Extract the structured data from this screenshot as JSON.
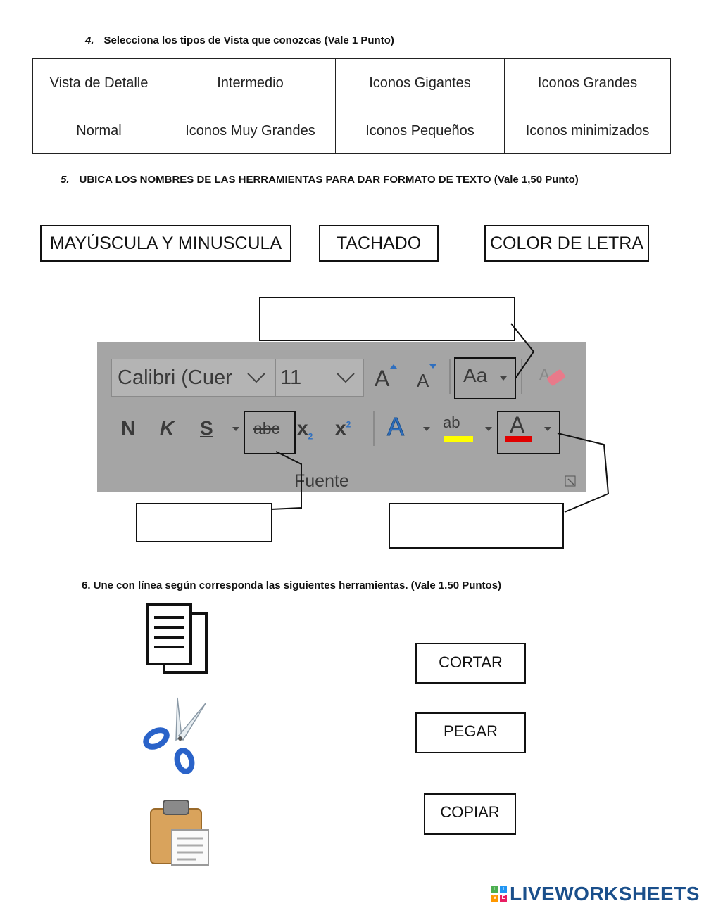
{
  "q4": {
    "number": "4.",
    "title": "Selecciona los tipos de Vista que conozcas (Vale 1 Punto)",
    "rows": [
      [
        "Vista de Detalle",
        "Intermedio",
        "Iconos Gigantes",
        "Iconos Grandes"
      ],
      [
        "Normal",
        "Iconos Muy Grandes",
        "Iconos Pequeños",
        "Iconos minimizados"
      ]
    ]
  },
  "q5": {
    "number": "5.",
    "title": "UBICA LOS NOMBRES DE LAS HERRAMIENTAS PARA DAR FORMATO DE TEXTO (Vale 1,50 Punto)",
    "words": [
      "MAYÚSCULA Y MINUSCULA",
      "TACHADO",
      "COLOR DE LETRA"
    ],
    "ribbon": {
      "font_name": "Calibri (Cuer",
      "font_size": "11",
      "grow_font": "A",
      "shrink_font": "A",
      "change_case": "Aa",
      "bold": "N",
      "italic": "K",
      "underline": "S",
      "strikethrough": "abc",
      "subscript": "x",
      "superscript": "x",
      "text_effects": "A",
      "highlight": "ab",
      "font_color": "A",
      "group_label": "Fuente"
    }
  },
  "q6": {
    "title": "6. Une con línea según corresponda las siguientes herramientas. (Vale 1.50 Puntos)",
    "answers": [
      "CORTAR",
      "PEGAR",
      "COPIAR"
    ]
  },
  "footer": {
    "logo_tiles": [
      "L",
      "I",
      "V",
      "E"
    ],
    "logo_text": "LIVEWORKSHEETS"
  },
  "colors": {
    "ribbon_bg": "#a5a5a5",
    "highlight_yellow": "#ffff00",
    "font_color_red": "#e00000",
    "logo_blue": "#1a4f8b"
  }
}
